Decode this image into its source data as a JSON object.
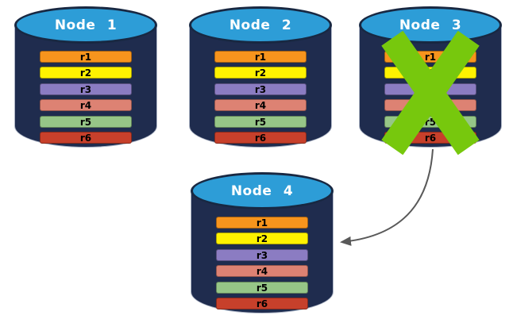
{
  "diagram": {
    "background": "#FFFFFF",
    "colors": {
      "cylinder_body": "#1F2C4E",
      "cylinder_top": "#2D9DD7",
      "cylinder_rim": "#182842",
      "cylinder_outline": "#AEB6C6",
      "node_text": "#FFFFFF",
      "row_text": "#000000",
      "failure_x": "#77C80D",
      "arrow": "#595959"
    },
    "nodes": [
      {
        "id": "node-1",
        "label": "Node 1",
        "failed": false,
        "rows": [
          {
            "label": "r1",
            "color": "#F7941D"
          },
          {
            "label": "r2",
            "color": "#FFF200"
          },
          {
            "label": "r3",
            "color": "#8B7CC2"
          },
          {
            "label": "r4",
            "color": "#DD8273"
          },
          {
            "label": "r5",
            "color": "#96C687"
          },
          {
            "label": "r6",
            "color": "#C7402B"
          }
        ]
      },
      {
        "id": "node-2",
        "label": "Node 2",
        "failed": false,
        "rows": [
          {
            "label": "r1",
            "color": "#F7941D"
          },
          {
            "label": "r2",
            "color": "#FFF200"
          },
          {
            "label": "r3",
            "color": "#8B7CC2"
          },
          {
            "label": "r4",
            "color": "#DD8273"
          },
          {
            "label": "r5",
            "color": "#96C687"
          },
          {
            "label": "r6",
            "color": "#C7402B"
          }
        ]
      },
      {
        "id": "node-3",
        "label": "Node 3",
        "failed": true,
        "rows": [
          {
            "label": "r1",
            "color": "#F7941D"
          },
          {
            "label": "r2",
            "color": "#FFF200"
          },
          {
            "label": "r3",
            "color": "#8B7CC2"
          },
          {
            "label": "r4",
            "color": "#DD8273"
          },
          {
            "label": "r5",
            "color": "#96C687"
          },
          {
            "label": "r6",
            "color": "#C7402B"
          }
        ]
      },
      {
        "id": "node-4",
        "label": "Node 4",
        "failed": false,
        "rows": [
          {
            "label": "r1",
            "color": "#F7941D"
          },
          {
            "label": "r2",
            "color": "#FFF200"
          },
          {
            "label": "r3",
            "color": "#8B7CC2"
          },
          {
            "label": "r4",
            "color": "#DD8273"
          },
          {
            "label": "r5",
            "color": "#96C687"
          },
          {
            "label": "r6",
            "color": "#C7402B"
          }
        ]
      }
    ],
    "arrow": {
      "from": "Node 3",
      "to": "Node 4"
    }
  }
}
